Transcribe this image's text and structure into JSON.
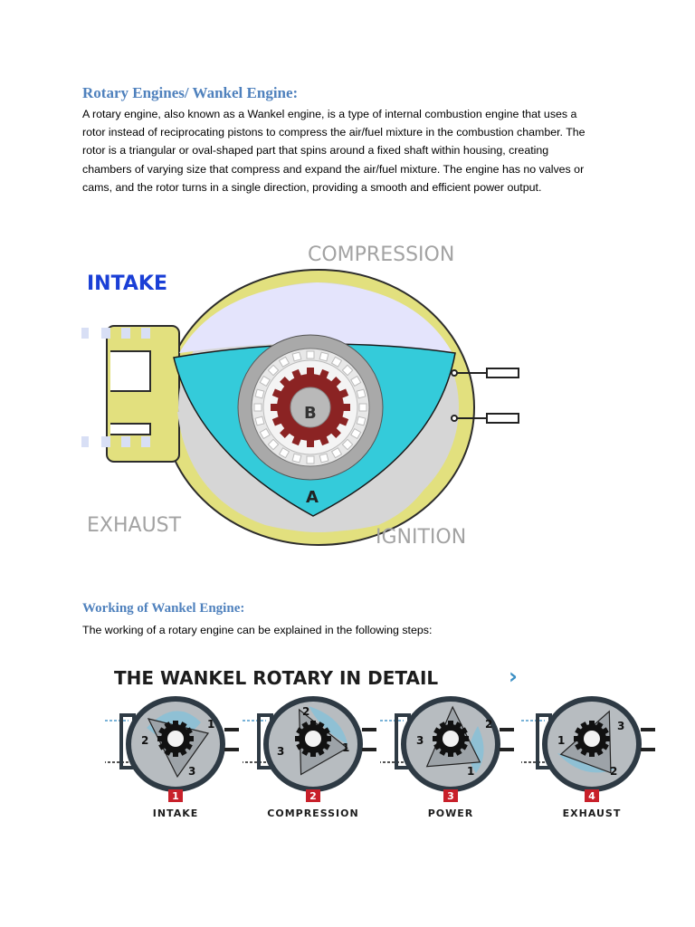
{
  "section1": {
    "title": "Rotary Engines/ Wankel Engine:",
    "paragraph_lines": [
      "A rotary engine, also known as a Wankel engine, is a type of internal combustion engine that uses a",
      "rotor instead of reciprocating pistons to compress the air/fuel mixture in the combustion chamber. The",
      "rotor is a triangular or oval-shaped part that spins around a fixed shaft within housing, creating",
      "chambers of varying size that compress and expand the air/fuel mixture. The engine has no valves or",
      "cams, and the rotor turns in a single direction, providing a smooth and efficient power output."
    ]
  },
  "figure1": {
    "labels": {
      "intake": "INTAKE",
      "compression": "COMPRESSION",
      "exhaust": "EXHAUST",
      "ignition": "IGNITION",
      "gear": "B",
      "rotor_tip": "A"
    },
    "colors": {
      "housing": "#e2e07e",
      "housing_outline": "#2c2c2c",
      "intake_chamber": "#e4e4fc",
      "rotor": "#34cbda",
      "exhaust_chamber": "#d6d6d6",
      "gear": "#8b2323",
      "intake_label": "#1a3fd6",
      "stage_label": "#a3a3a3"
    }
  },
  "section2": {
    "title": "Working of Wankel Engine:",
    "paragraph_lines": [
      "The working of a rotary engine can be explained in the following steps:"
    ]
  },
  "figure2": {
    "title": "THE WANKEL ROTARY IN DETAIL",
    "chevron": "›",
    "stages": [
      {
        "number": "1",
        "label": "INTAKE",
        "tips": [
          "1",
          "2",
          "3"
        ]
      },
      {
        "number": "2",
        "label": "COMPRESSION",
        "tips": [
          "2",
          "1",
          "3"
        ]
      },
      {
        "number": "3",
        "label": "POWER",
        "tips": [
          "2",
          "3",
          "1"
        ]
      },
      {
        "number": "4",
        "label": "EXHAUST",
        "tips": [
          "3",
          "1",
          "2"
        ]
      }
    ],
    "colors": {
      "housing": "#2e3a44",
      "chamber": "#8fc0d4",
      "rotor": "#b7bcc0",
      "badge": "#c8202a",
      "chevron": "#3b8fc4"
    }
  }
}
